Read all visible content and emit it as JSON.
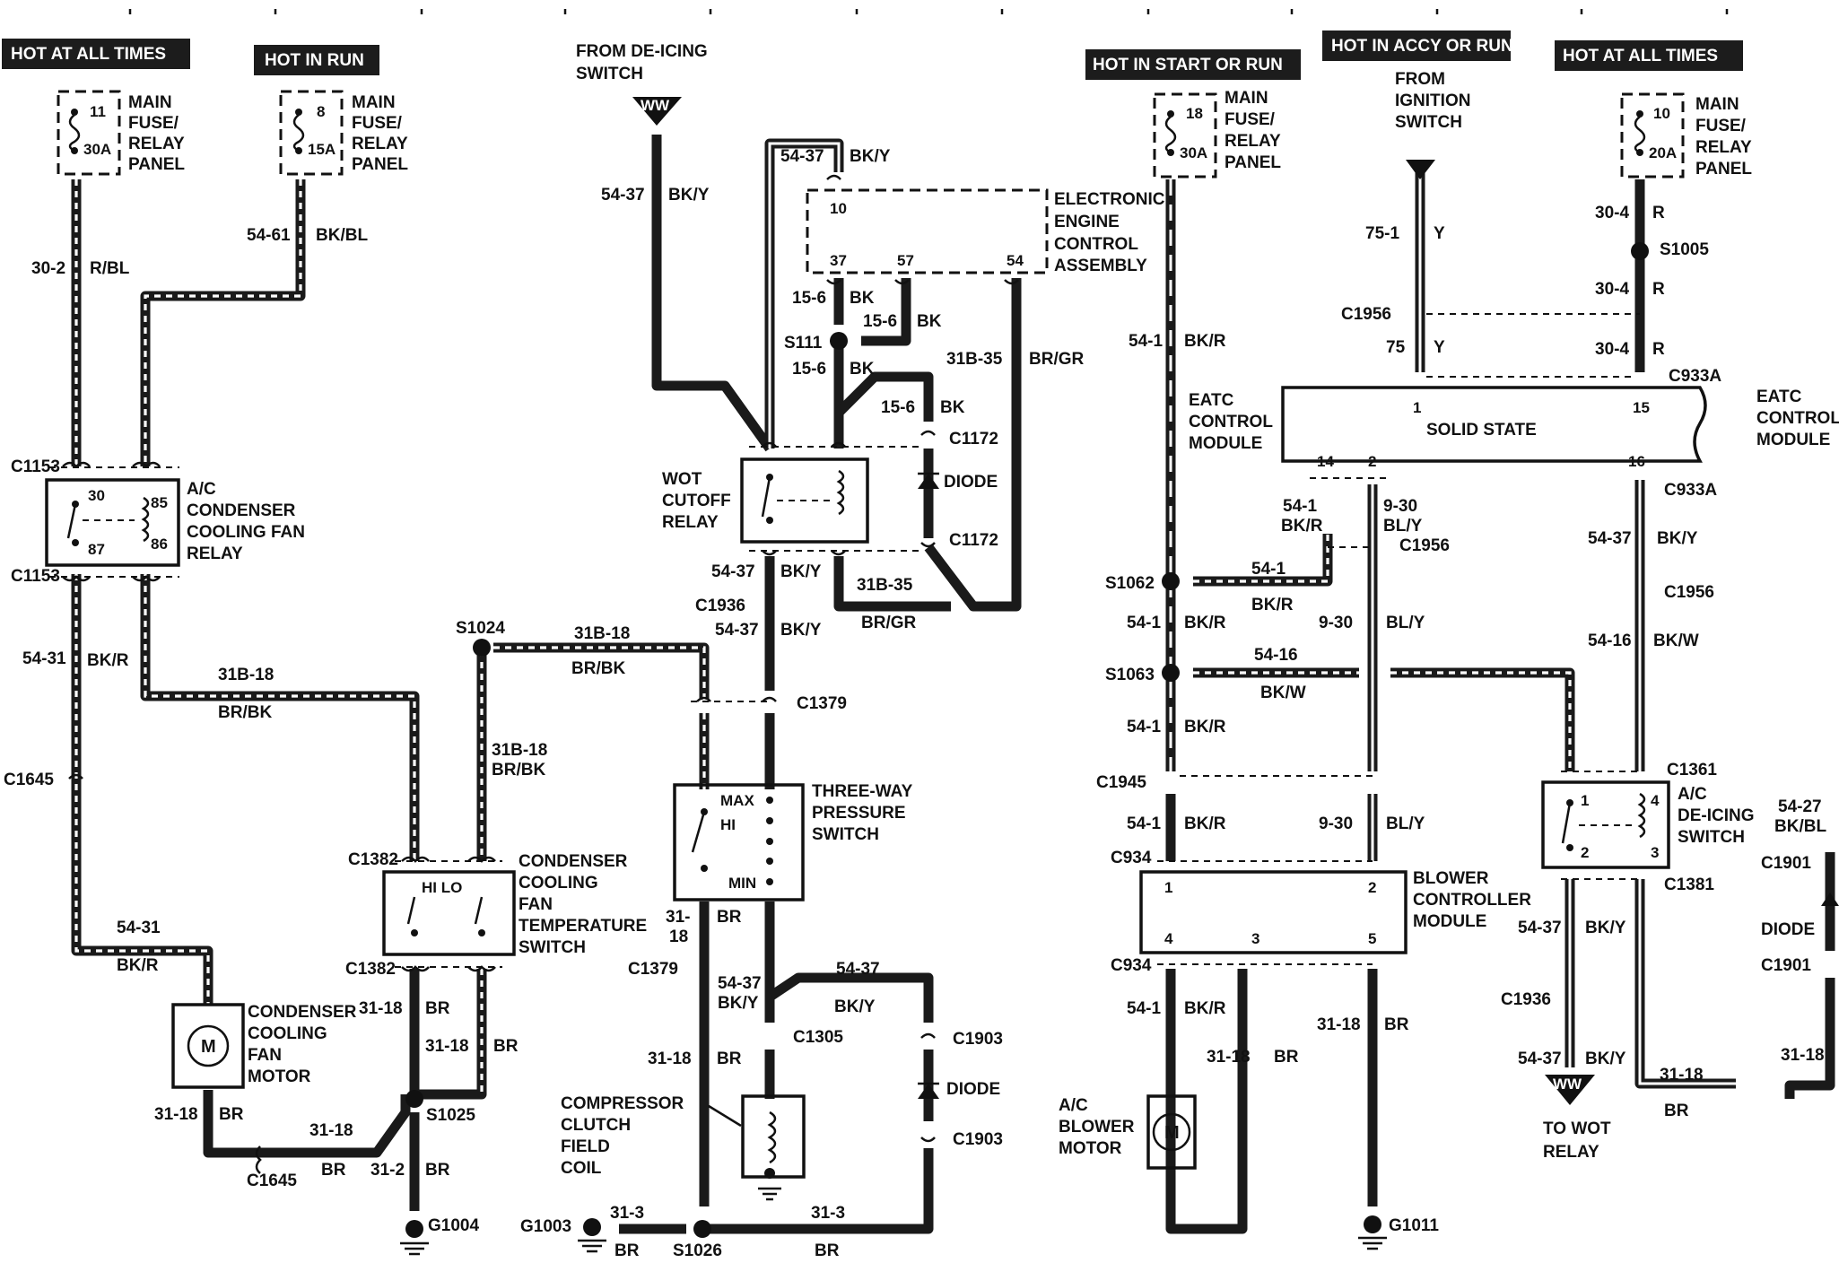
{
  "headers": {
    "hot_all_left": "HOT AT ALL TIMES",
    "hot_run": "HOT IN RUN",
    "hot_start_run": "HOT IN START OR RUN",
    "hot_accy_run": "HOT IN ACCY OR RUN",
    "hot_all_right": "HOT AT ALL TIMES"
  },
  "fuses": {
    "f11": {
      "num": "11",
      "amp": "30A"
    },
    "f8": {
      "num": "8",
      "amp": "15A"
    },
    "f18": {
      "num": "18",
      "amp": "30A"
    },
    "f10": {
      "num": "10",
      "amp": "20A"
    },
    "panel": [
      "MAIN",
      "FUSE/",
      "RELAY",
      "PANEL"
    ]
  },
  "sources": {
    "deicing": [
      "FROM DE-ICING",
      "SWITCH"
    ],
    "ignition": [
      "FROM",
      "IGNITION",
      "SWITCH"
    ],
    "ww": "WW",
    "to_wot": [
      "TO WOT",
      "RELAY"
    ]
  },
  "components": {
    "ac_relay": [
      "A/C",
      "CONDENSER",
      "COOLING FAN",
      "RELAY"
    ],
    "ac_relay_pins": [
      "30",
      "85",
      "87",
      "86"
    ],
    "cond_temp_switch": [
      "CONDENSER",
      "COOLING",
      "FAN",
      "TEMPERATURE",
      "SWITCH"
    ],
    "hilo": "HI LO",
    "fan_motor": [
      "CONDENSER",
      "COOLING",
      "FAN",
      "MOTOR"
    ],
    "motor_symbol": "M",
    "eec": [
      "ELECTRONIC",
      "ENGINE",
      "CONTROL",
      "ASSEMBLY"
    ],
    "eec_pins": [
      "10",
      "37",
      "57",
      "54"
    ],
    "wot": [
      "WOT",
      "CUTOFF",
      "RELAY"
    ],
    "diode": "DIODE",
    "three_way": [
      "THREE-WAY",
      "PRESSURE",
      "SWITCH"
    ],
    "three_way_pos": [
      "MAX",
      "HI",
      "MIN"
    ],
    "clutch": [
      "COMPRESSOR",
      "CLUTCH",
      "FIELD",
      "COIL"
    ],
    "eatc": [
      "EATC",
      "CONTROL",
      "MODULE"
    ],
    "solid_state": "SOLID STATE",
    "eatc_pins": [
      "1",
      "15",
      "14",
      "2",
      "16"
    ],
    "blower_ctrl": [
      "BLOWER",
      "CONTROLLER",
      "MODULE"
    ],
    "blower_pins": [
      "1",
      "2",
      "4",
      "3",
      "5"
    ],
    "blower_motor": [
      "A/C",
      "BLOWER",
      "MOTOR"
    ],
    "deice_switch": [
      "A/C",
      "DE-ICING",
      "SWITCH"
    ],
    "deice_pins": [
      "1",
      "4",
      "2",
      "3"
    ]
  },
  "connectors": {
    "C1153": "C1153",
    "C1645": "C1645",
    "C1382": "C1382",
    "S1024": "S1024",
    "S1025": "S1025",
    "G1004": "G1004",
    "G1003": "G1003",
    "S1026": "S1026",
    "S111": "S111",
    "C1172": "C1172",
    "C1936": "C1936",
    "C1379": "C1379",
    "C1305": "C1305",
    "C1903": "C1903",
    "S1062": "S1062",
    "S1063": "S1063",
    "C1945": "C1945",
    "C934": "C934",
    "G1011": "G1011",
    "C1956": "C1956",
    "S1005": "S1005",
    "C933A": "C933A",
    "C1361": "C1361",
    "C1381": "C1381",
    "C1901": "C1901"
  },
  "wires": {
    "w30_2": "30-2",
    "r_bl": "R/BL",
    "w54_61": "54-61",
    "bk_bl": "BK/BL",
    "w54_31": "54-31",
    "bk_r": "BK/R",
    "w31b_18": "31B-18",
    "br_bk": "BR/BK",
    "w31_18": "31-18",
    "br": "BR",
    "w31_2": "31-2",
    "w31_3": "31-3",
    "w54_37": "54-37",
    "bk_y": "BK/Y",
    "w15_6": "15-6",
    "bk": "BK",
    "w31b_35": "31B-35",
    "br_gr": "BR/GR",
    "w31": "31-",
    "w18": "18",
    "w54_1": "54-1",
    "w54_16": "54-16",
    "bk_w": "BK/W",
    "w9_30": "9-30",
    "bl_y": "BL/Y",
    "w75_1": "75-1",
    "w75": "75",
    "y": "Y",
    "w30_4": "30-4",
    "r": "R",
    "w54_27": "54-27"
  }
}
